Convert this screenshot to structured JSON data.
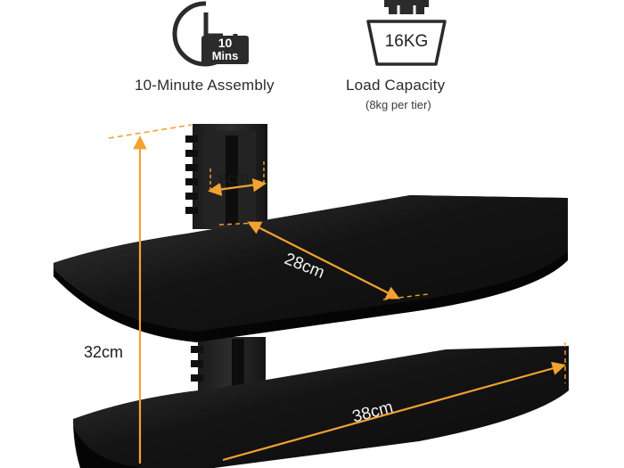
{
  "features": {
    "assembly": {
      "icon": "clock-icon",
      "badge_value": "10",
      "badge_unit": "Mins",
      "label": "10-Minute Assembly"
    },
    "capacity": {
      "icon": "weight-icon",
      "weight_text": "16KG",
      "label": "Load Capacity",
      "sublabel": "(8kg per tier)"
    }
  },
  "dimensions": {
    "post_width": "8cm",
    "shelf_depth": "28cm",
    "total_height": "32cm",
    "shelf_width": "38cm"
  },
  "colors": {
    "dimension_line": "#f3a230",
    "shelf": "#1c1c1c",
    "icon_stroke": "#2b2b2b"
  }
}
